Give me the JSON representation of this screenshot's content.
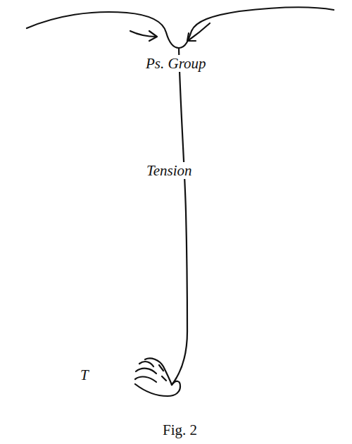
{
  "diagram": {
    "caption": "Fig. 2",
    "labels": [
      "Ps. Group",
      "Tension",
      "T"
    ]
  }
}
